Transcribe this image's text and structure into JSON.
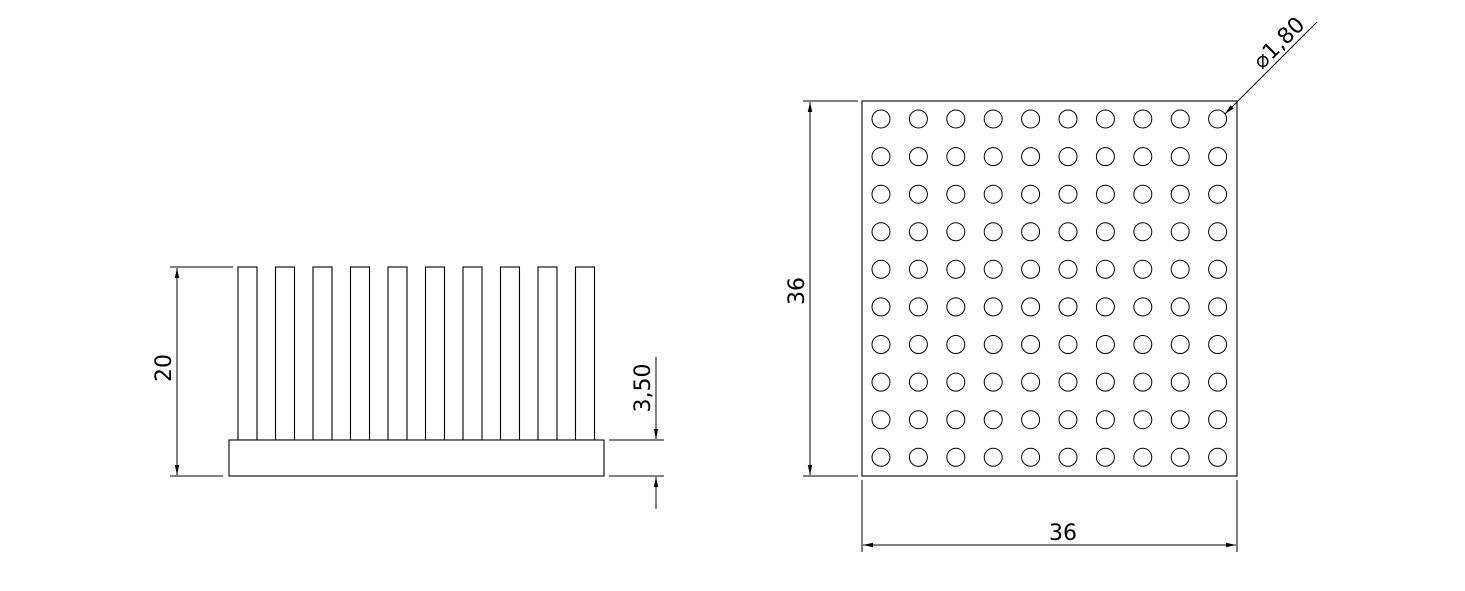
{
  "side_view": {
    "fin_count": 10,
    "height_label": "20",
    "base_thickness_label": "3,50"
  },
  "top_view": {
    "pin_rows": 10,
    "pin_cols": 10,
    "height_label": "36",
    "width_label": "36",
    "pin_diameter_label": "⌀1,80"
  },
  "colors": {
    "stroke": "#000000",
    "background": "#ffffff"
  }
}
